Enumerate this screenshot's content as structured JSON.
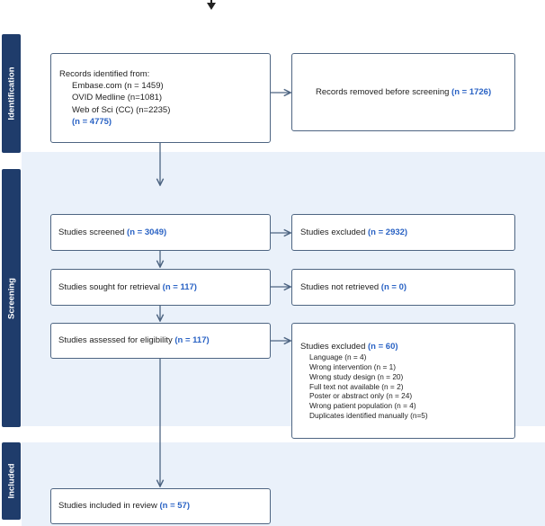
{
  "stages": {
    "identification": "Identification",
    "screening": "Screening",
    "included": "Included"
  },
  "identified": {
    "heading": "Records identified from:",
    "sources": [
      "Embase.com (n = 1459)",
      "OVID Medline (n=1081)",
      "Web of Sci (CC) (n=2235)"
    ],
    "total": "(n = 4775)"
  },
  "removed": {
    "label": "Records removed before screening ",
    "count": "(n = 1726)"
  },
  "screened": {
    "label": "Studies screened ",
    "count": "(n = 3049)"
  },
  "excluded_screen": {
    "label": "Studies excluded ",
    "count": "(n = 2932)"
  },
  "retrieval": {
    "label": "Studies sought for retrieval ",
    "count": "(n = 117)"
  },
  "not_retrieved": {
    "label": "Studies not retrieved ",
    "count": "(n = 0)"
  },
  "eligibility": {
    "label": "Studies assessed for eligibility ",
    "count": "(n = 117)"
  },
  "excluded_full": {
    "label": "Studies excluded ",
    "count": "(n = 60)",
    "reasons": [
      "Language (n = 4)",
      "Wrong intervention (n = 1)",
      "Wrong study design (n = 20)",
      "Full text not available (n = 2)",
      "Poster or abstract only (n = 24)",
      "Wrong patient population (n = 4)",
      "Duplicates identified manually (n=5)"
    ]
  },
  "included": {
    "label": "Studies included in review ",
    "count": "(n = 57)"
  }
}
